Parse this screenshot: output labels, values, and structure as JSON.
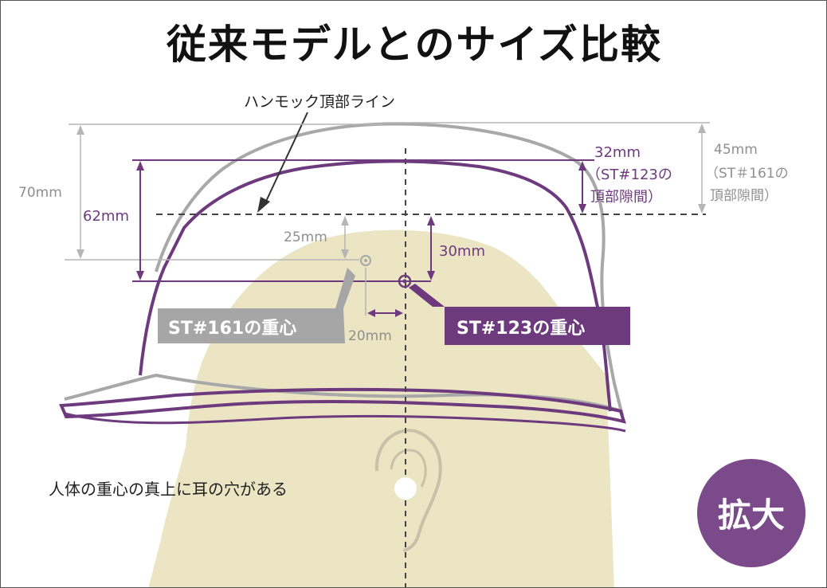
{
  "title": "従来モデルとのサイズ比較",
  "hammock_label": "ハンモック頂部ライン",
  "dim_70": "70mm",
  "dim_62": "62mm",
  "dim_25": "25mm",
  "dim_30": "30mm",
  "dim_20": "20mm",
  "dim_32": "32mm",
  "gap_123_line1": "（ST#123の",
  "gap_123_line2": "頂部隙間）",
  "dim_45": "45mm",
  "gap_161_line1": "（ST＃161の",
  "gap_161_line2": "頂部隙間）",
  "cg_161": "ST#161の重心",
  "cg_123": "ST#123の重心",
  "ear_note": "人体の重心の真上に耳の穴がある",
  "zoom_label": "拡大",
  "colors": {
    "purple": "#6e3a7e",
    "gray": "#a8a8a8",
    "head": "#ece5c3",
    "tag_gray": "#a6a6a6",
    "zoom_circle": "#7b4a8a"
  }
}
